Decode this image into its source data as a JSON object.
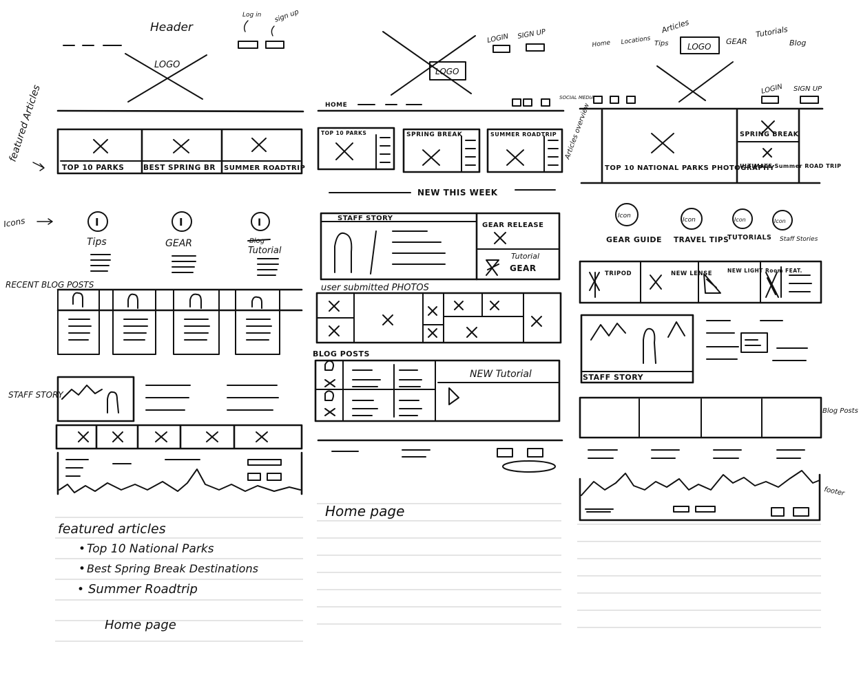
{
  "left": {
    "header": "Header",
    "log_in": "Log in",
    "sign_up": "sign up",
    "logo": "LOGO",
    "margin_featured": "featured Articles",
    "margin_icons": "Icons",
    "margin_recent": "RECENT BLOG POSTS",
    "margin_staff": "STAFF STORY",
    "featured": [
      "TOP 10 PARKS",
      "BEST SPRING BR",
      "SUMMER ROADTRIP"
    ],
    "icons": [
      "Tips",
      "GEAR",
      "Tutorial"
    ],
    "icon_letter": "I",
    "icon_strike": "Blog",
    "notes_title": "featured articles",
    "notes": [
      "Top 10 National Parks",
      "Best Spring Break Destinations",
      "Summer Roadtrip"
    ],
    "caption": "Home page"
  },
  "middle": {
    "login": "LOGIN",
    "sign_up": "SIGN UP",
    "logo": "LOGO",
    "home": "HOME",
    "social": "SOCIAL MEDIA",
    "articles": [
      "TOP 10 PARKS",
      "SPRING BREAK",
      "SUMMER ROADTRIP"
    ],
    "new_this_week": "NEW THIS WEEK",
    "staff_story": "STAFF STORY",
    "gear_release": "GEAR RELEASE",
    "tutorial": "Tutorial",
    "gear": "GEAR",
    "user_photos": "user submitted PHOTOS",
    "blog_posts": "BLOG POSTS",
    "new_tutorial": "NEW Tutorial",
    "caption": "Home page"
  },
  "right": {
    "nav": [
      "Home",
      "Locations",
      "Tips",
      "Articles",
      "LOGO",
      "GEAR",
      "Tutorials",
      "Blog"
    ],
    "login": "LOGIN",
    "sign_up": "SIGN UP",
    "articles_overview": "Articles overview",
    "main_article": "TOP 10 NATIONAL PARKS PHOTOGRAPHY",
    "spring_break": "SPRING BREAK",
    "ultimate": "ULTIMATE Summer ROAD TRIP",
    "icon_word": "Icon",
    "icon_labels": [
      "GEAR GUIDE",
      "TRAVEL TIPS",
      "TUTORIALS",
      "Staff Stories"
    ],
    "gear_items": [
      "TRIPOD",
      "NEW LENSE",
      "NEW LIGHT Room FEAT."
    ],
    "staff_story": "STAFF STORY",
    "blog_posts": "Blog Posts",
    "footer": "footer"
  }
}
